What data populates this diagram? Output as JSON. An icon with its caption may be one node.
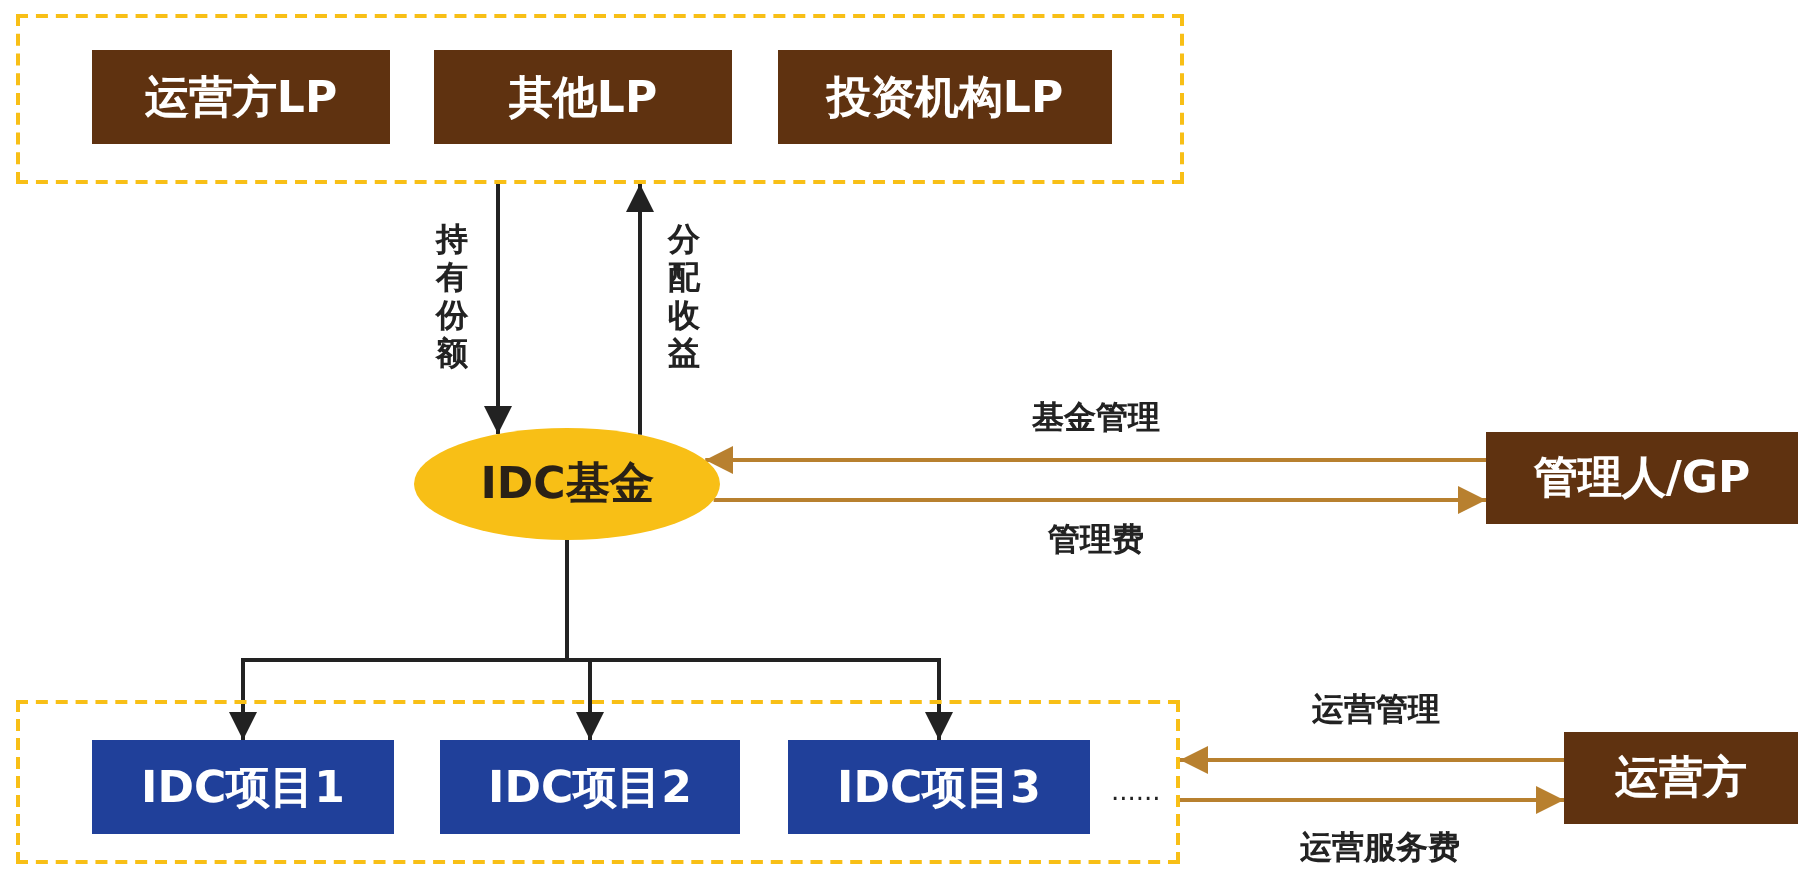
{
  "diagram": {
    "nodes": [
      {
        "text": [],
        "shape": "box"
      },
      {
        "text": [
          "运营方LP"
        ],
        "in": 0
      },
      {
        "text": [
          "其他LP"
        ],
        "in": 0
      },
      {
        "text": [
          "投资机构LP"
        ],
        "in": 0
      },
      {
        "text": [
          "IDC基金"
        ]
      },
      {
        "text": [
          "管理人/GP"
        ]
      },
      {
        "text": [],
        "shape": "box"
      },
      {
        "text": [
          "IDC项目1"
        ],
        "in": 6
      },
      {
        "text": [
          "IDC项目2"
        ],
        "in": 6
      },
      {
        "text": [
          "IDC项目3"
        ],
        "in": 6
      },
      {
        "text": [
          "运营方"
        ]
      }
    ],
    "edges": [
      {
        "from": 0,
        "to": 4,
        "arrow": "to",
        "label": "持有份额"
      },
      {
        "from": 4,
        "to": 0,
        "arrow": "to",
        "label": "分配收益"
      },
      {
        "from": 5,
        "to": 4,
        "arrow": "to",
        "label": "基金管理",
        "color": "#b8802f"
      },
      {
        "from": 4,
        "to": 5,
        "arrow": "to",
        "label": "管理费",
        "color": "#b8802f"
      },
      {
        "from": 4,
        "to": 7,
        "arrow": "to"
      },
      {
        "from": 4,
        "to": 8,
        "arrow": "to"
      },
      {
        "from": 4,
        "to": 9,
        "arrow": "to"
      },
      {
        "from": 10,
        "to": 6,
        "arrow": "to",
        "label": "运营管理",
        "color": "#b8802f"
      },
      {
        "from": 6,
        "to": 10,
        "arrow": "to",
        "label": "运营服务费",
        "color": "#b8802f"
      }
    ],
    "labels": [
      "......"
    ]
  }
}
